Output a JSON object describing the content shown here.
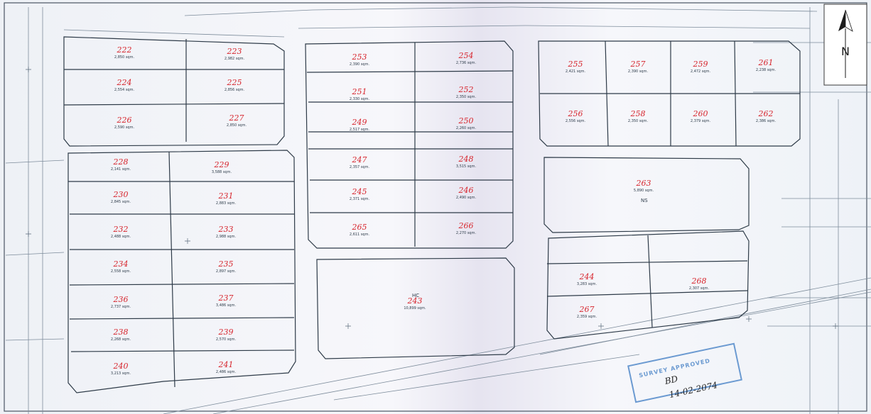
{
  "plots": [
    {
      "id": "222",
      "area": "2,850 sqm."
    },
    {
      "id": "223",
      "area": "2,982 sqm."
    },
    {
      "id": "224",
      "area": "2,554 sqm."
    },
    {
      "id": "225",
      "area": "2,856 sqm."
    },
    {
      "id": "226",
      "area": "2,590 sqm."
    },
    {
      "id": "227",
      "area": "2,850 sqm."
    },
    {
      "id": "228",
      "area": "2,141 sqm."
    },
    {
      "id": "229",
      "area": "3,588 sqm."
    },
    {
      "id": "230",
      "area": "2,845 sqm."
    },
    {
      "id": "231",
      "area": "2,883 sqm."
    },
    {
      "id": "232",
      "area": "2,488 sqm."
    },
    {
      "id": "233",
      "area": "2,988 sqm."
    },
    {
      "id": "234",
      "area": "2,558 sqm."
    },
    {
      "id": "235",
      "area": "2,897 sqm."
    },
    {
      "id": "236",
      "area": "2,737 sqm."
    },
    {
      "id": "237",
      "area": "3,486 sqm."
    },
    {
      "id": "238",
      "area": "2,268 sqm."
    },
    {
      "id": "239",
      "area": "2,570 sqm."
    },
    {
      "id": "240",
      "area": "3,213 sqm."
    },
    {
      "id": "241",
      "area": "2,486 sqm."
    },
    {
      "id": "243",
      "area": "10,899 sqm."
    },
    {
      "id": "244",
      "area": "3,283 sqm."
    },
    {
      "id": "245",
      "area": "2,371 sqm."
    },
    {
      "id": "246",
      "area": "2,490 sqm."
    },
    {
      "id": "247",
      "area": "2,357 sqm."
    },
    {
      "id": "248",
      "area": "3,515 sqm."
    },
    {
      "id": "249",
      "area": "2,517 sqm."
    },
    {
      "id": "250",
      "area": "2,260 sqm."
    },
    {
      "id": "251",
      "area": "2,330 sqm."
    },
    {
      "id": "252",
      "area": "2,350 sqm."
    },
    {
      "id": "253",
      "area": "2,390 sqm."
    },
    {
      "id": "254",
      "area": "2,736 sqm."
    },
    {
      "id": "255",
      "area": "2,421 sqm."
    },
    {
      "id": "256",
      "area": "2,556 sqm."
    },
    {
      "id": "257",
      "area": "2,390 sqm."
    },
    {
      "id": "258",
      "area": "2,350 sqm."
    },
    {
      "id": "259",
      "area": "2,472 sqm."
    },
    {
      "id": "260",
      "area": "2,379 sqm."
    },
    {
      "id": "261",
      "area": "2,238 sqm."
    },
    {
      "id": "262",
      "area": "2,386 sqm."
    },
    {
      "id": "263",
      "area": "5,890 sqm."
    },
    {
      "id": "265",
      "area": "2,611 sqm."
    },
    {
      "id": "266",
      "area": "2,270 sqm."
    },
    {
      "id": "267",
      "area": "2,359 sqm."
    },
    {
      "id": "268",
      "area": "2,307 sqm."
    }
  ],
  "zone_labels": {
    "hc": "HC",
    "ns": "NS"
  },
  "north_arrow": {
    "letters": "N"
  },
  "stamp": {
    "title": "SURVEY APPROVED",
    "signature": "BD",
    "date": "14-02-2074"
  },
  "colors": {
    "plot_number": "#d7262e",
    "line": "#2e3b48",
    "stamp": "#6b9ad1"
  }
}
